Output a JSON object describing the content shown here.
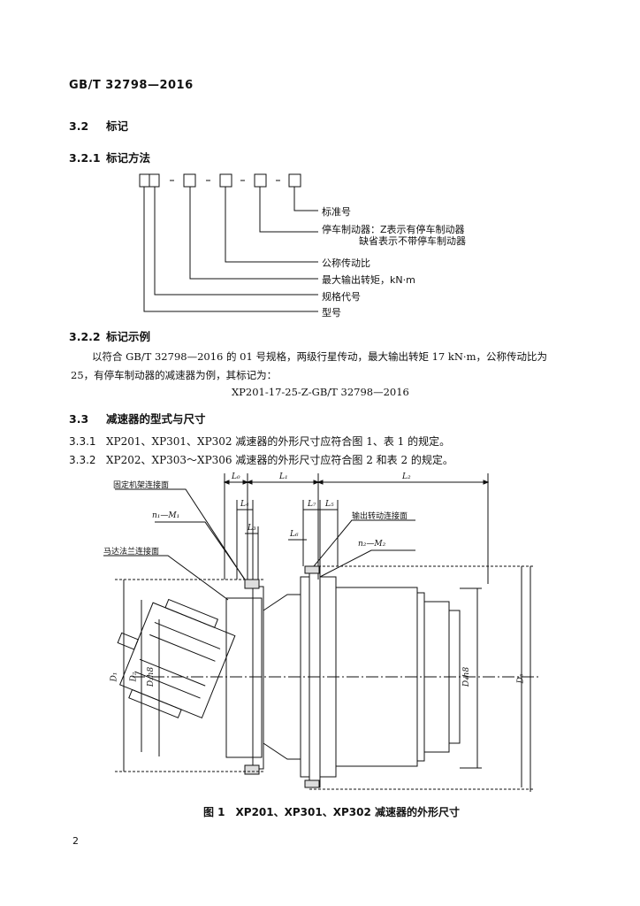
{
  "header": {
    "standard_no": "GB/T 32798—2016"
  },
  "sections": {
    "s32": {
      "num": "3.2",
      "title": "标记"
    },
    "s321": {
      "num": "3.2.1",
      "title": "标记方法"
    },
    "s322": {
      "num": "3.2.2",
      "title": "标记示例"
    },
    "s33": {
      "num": "3.3",
      "title": "减速器的型式与尺寸"
    },
    "s331": {
      "num": "3.3.1",
      "text": "XP201、XP301、XP302 减速器的外形尺寸应符合图 1、表 1 的规定。"
    },
    "s332": {
      "num": "3.3.2",
      "text": "XP202、XP303～XP306 减速器的外形尺寸应符合图 2 和表 2 的规定。"
    }
  },
  "marking_diagram": {
    "labels": [
      "标准号",
      "停车制动器：Z表示有停车制动器",
      "缺省表示不带停车制动器",
      "公称传动比",
      "最大输出转矩，kN·m",
      "规格代号",
      "型号"
    ]
  },
  "example": {
    "line1": "以符合 GB/T 32798—2016 的 01 号规格，两级行星传动，最大输出转矩 17 kN·m，公称传动比为",
    "line2": "25，有停车制动器的减速器为例，其标记为：",
    "marking": "XP201-17-25-Z-GB/T 32798—2016"
  },
  "figure": {
    "callouts": {
      "fixed_frame": "固定机架连接面",
      "motor": "马达法兰连接面",
      "output": "输出转动连接面",
      "n1m1": "n₁—M₁",
      "n2m2": "n₂—M₂"
    },
    "dims": {
      "L0": "L₀",
      "L1": "L₁",
      "L2": "L₂",
      "L3": "L₃",
      "L4": "L₄",
      "L5": "L₅",
      "L6": "L₆",
      "L7": "L₇",
      "D1": "D₁",
      "D2": "D₂",
      "D3": "D₃h8",
      "D4": "D₄h8",
      "D5": "D₅"
    },
    "caption": "图 1　XP201、XP301、XP302 减速器的外形尺寸"
  },
  "footer": {
    "page_no": "2"
  }
}
